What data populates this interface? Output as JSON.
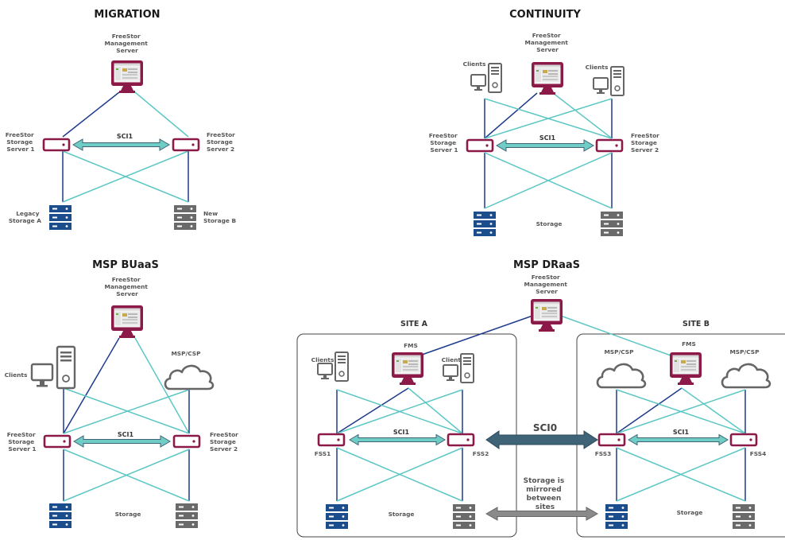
{
  "colors": {
    "maroon": "#8b1a48",
    "teal_link": "#5cc7c4",
    "navy_link": "#1e3a8c",
    "storage_blue": "#1b4d8c",
    "storage_gray": "#6a6a6a",
    "client_gray": "#666666",
    "sci_arrow": "#6fcdc6",
    "sci0_arrow": "#3f6478",
    "mirror_arrow": "#8a8a8a"
  },
  "migration": {
    "title": "MIGRATION",
    "fms_label": [
      "FreeStor",
      "Management",
      "Server"
    ],
    "fss1_label": [
      "FreeStor",
      "Storage",
      "Server 1"
    ],
    "fss2_label": [
      "FreeStor",
      "Storage",
      "Server 2"
    ],
    "sci_label": "SCI1",
    "storage_a_label": [
      "Legacy",
      "Storage A"
    ],
    "storage_b_label": [
      "New",
      "Storage B"
    ]
  },
  "continuity": {
    "title": "CONTINUITY",
    "fms_label": [
      "FreeStor",
      "Management",
      "Server"
    ],
    "clients_left_label": "Clients",
    "clients_right_label": "Clients",
    "fss1_label": [
      "FreeStor",
      "Storage",
      "Server 1"
    ],
    "fss2_label": [
      "FreeStor",
      "Storage",
      "Server 2"
    ],
    "sci_label": "SCI1",
    "storage_label": "Storage"
  },
  "buaas": {
    "title": "MSP BUaaS",
    "fms_label": [
      "FreeStor",
      "Management",
      "Server"
    ],
    "clients_label": "Clients",
    "cloud_label": "MSP/CSP",
    "fss1_label": [
      "FreeStor",
      "Storage",
      "Server 1"
    ],
    "fss2_label": [
      "FreeStor",
      "Storage",
      "Server 2"
    ],
    "sci_label": "SCI1",
    "storage_label": "Storage"
  },
  "draas": {
    "title": "MSP DRaaS",
    "fms_label": [
      "FreeStor",
      "Management",
      "Server"
    ],
    "site_a": {
      "title": "SITE A",
      "clients_left_label": "Clients",
      "fms_label": "FMS",
      "clients_right_label": "Clients",
      "fss_left_label": "FSS1",
      "fss_right_label": "FSS2",
      "sci_label": "SCI1",
      "storage_label": "Storage"
    },
    "site_b": {
      "title": "SITE B",
      "cloud_left_label": "MSP/CSP",
      "fms_label": "FMS",
      "cloud_right_label": "MSP/CSP",
      "fss_left_label": "FSS3",
      "fss_right_label": "FSS4",
      "sci_label": "SCI1",
      "storage_label": "Storage"
    },
    "sci0_label": "SCI0",
    "mirror_label": [
      "Storage is",
      "mirrored",
      "between",
      "sites"
    ]
  }
}
